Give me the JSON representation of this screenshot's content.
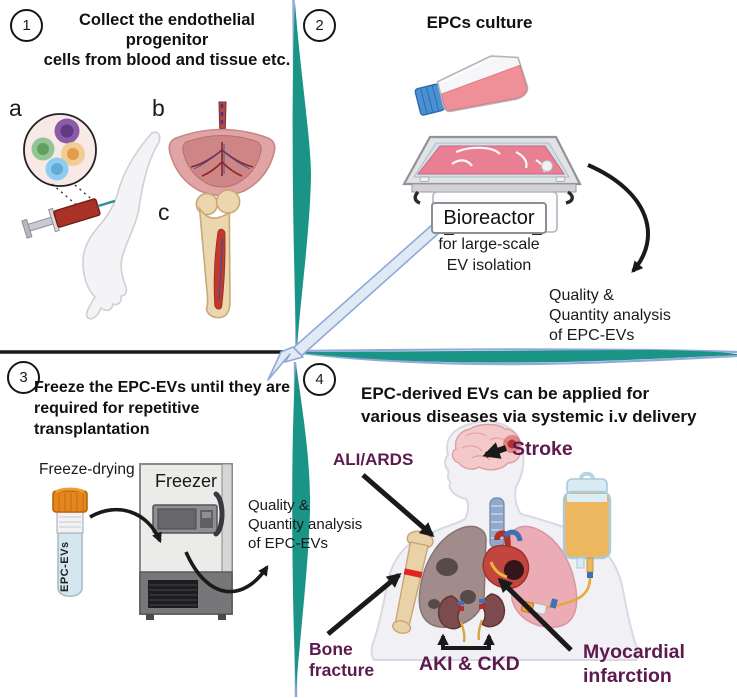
{
  "colors": {
    "teal_divider": "#1b9488",
    "blue_divider": "#93aad8",
    "diagonal_arrow_fill": "#dfeaf5",
    "plum_label": "#5c1a4e",
    "black_text": "#1a1a1a"
  },
  "illustrations": {
    "panel1": [
      "epc-cells-magnifier",
      "blood-draw-arm-syringe",
      "placenta",
      "bone-marrow-bone"
    ],
    "panel2": [
      "cell-culture-flask",
      "bag-bioreactor"
    ],
    "panel3": [
      "freeze-dried-vial",
      "laboratory-freezer"
    ],
    "panel4": [
      "human-body-organs",
      "iv-infusion-bag"
    ]
  },
  "panel1": {
    "number": "1",
    "title_line1": "Collect the endothelial progenitor",
    "title_line2": "cells from blood and  tissue etc.",
    "label_a": "a",
    "label_b": "b",
    "label_c": "c"
  },
  "panel2": {
    "number": "2",
    "title": "EPCs culture",
    "bioreactor_label": "Bioreactor",
    "caption_line1": "for large-scale",
    "caption_line2": "EV isolation",
    "quality_line1": "Quality &",
    "quality_line2": "Quantity analysis",
    "quality_line3": "of EPC-EVs"
  },
  "panel3": {
    "number": "3",
    "title_line1": "Freeze the EPC-EVs until they are",
    "title_line2": "required for repetitive transplantation",
    "freeze_drying": "Freeze-drying",
    "vial_label": "EPC-EVs",
    "freezer_label": "Freezer",
    "quality_line1": "Quality &",
    "quality_line2": "Quantity analysis",
    "quality_line3": "of EPC-EVs"
  },
  "panel4": {
    "number": "4",
    "title_line1": "EPC-derived EVs can be applied for",
    "title_line2": "various diseases via systemic i.v delivery",
    "labels": {
      "ali_ards": "ALI/ARDS",
      "stroke": "Stroke",
      "bone_line1": "Bone",
      "bone_line2": "fracture",
      "aki_ckd": "AKI & CKD",
      "mi_line1": "Myocardial",
      "mi_line2": "infarction"
    }
  }
}
